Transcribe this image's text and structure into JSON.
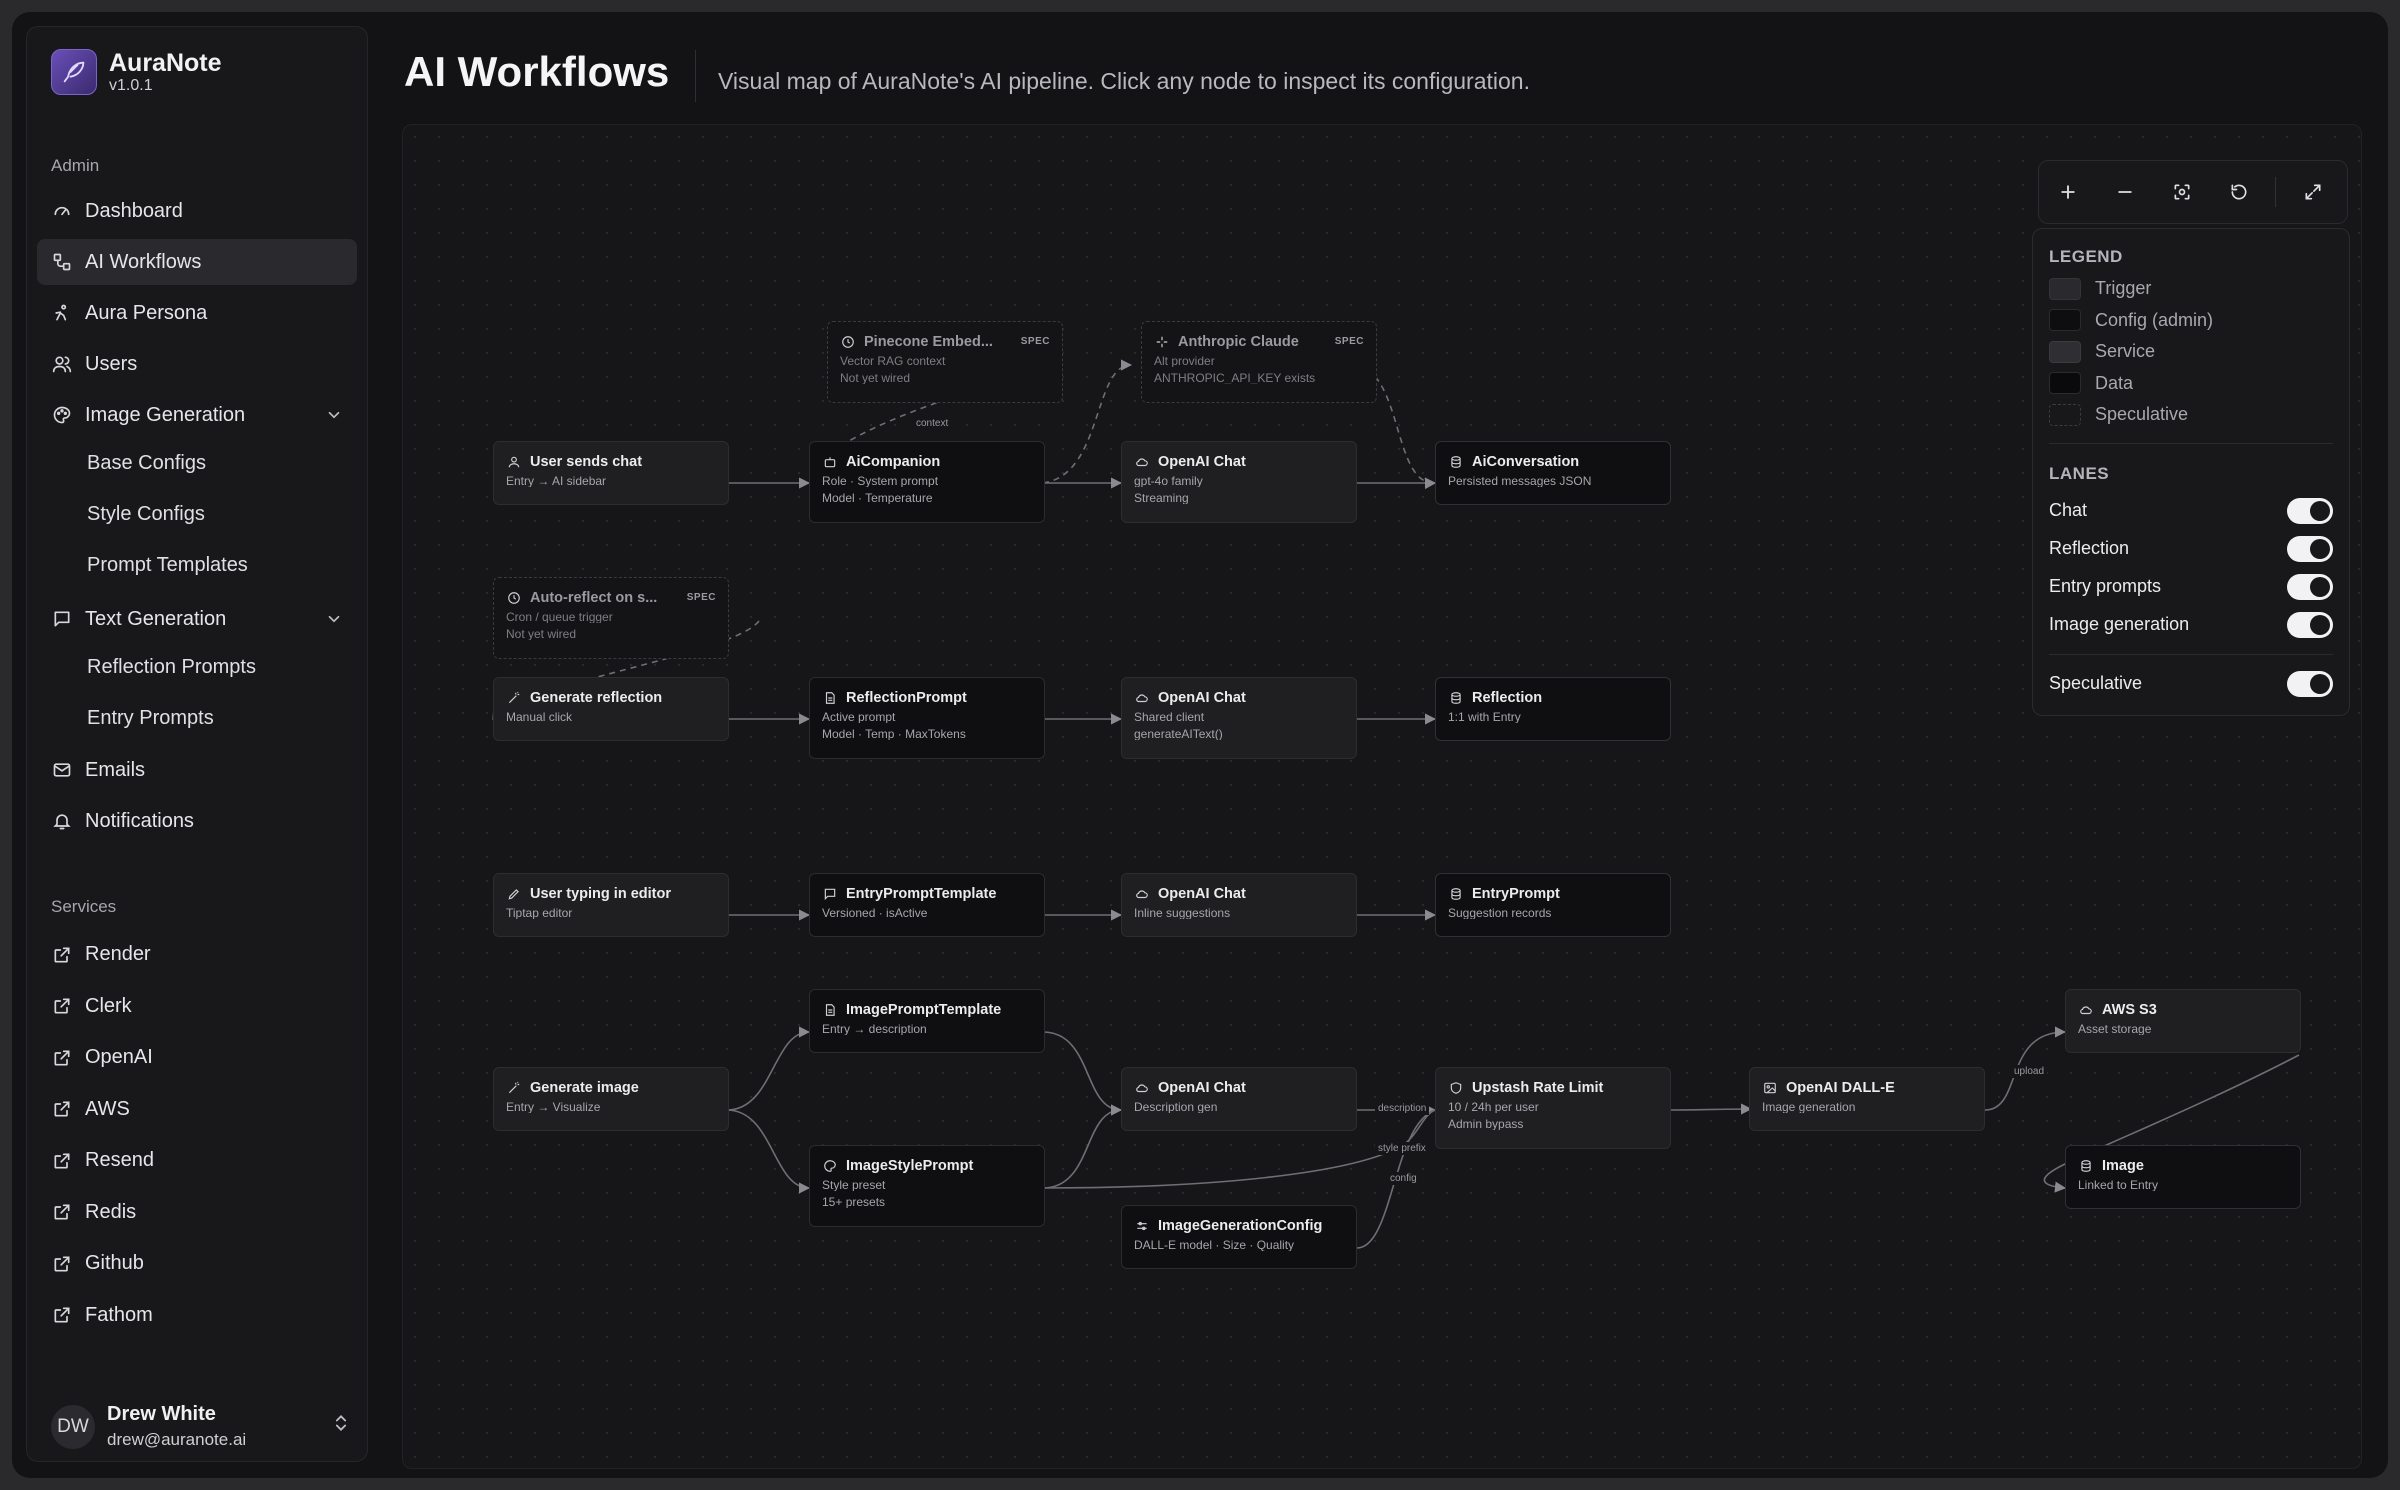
{
  "app": {
    "name": "AuraNote",
    "version": "v1.0.1"
  },
  "sidebar": {
    "admin_label": "Admin",
    "items": [
      {
        "label": "Dashboard"
      },
      {
        "label": "AI Workflows"
      },
      {
        "label": "Aura Persona"
      },
      {
        "label": "Users"
      },
      {
        "label": "Image Generation"
      },
      {
        "label": "Text Generation"
      },
      {
        "label": "Emails"
      },
      {
        "label": "Notifications"
      }
    ],
    "image_sub": [
      "Base Configs",
      "Style Configs",
      "Prompt Templates"
    ],
    "text_sub": [
      "Reflection Prompts",
      "Entry Prompts"
    ],
    "services_label": "Services",
    "services": [
      "Render",
      "Clerk",
      "OpenAI",
      "AWS",
      "Resend",
      "Redis",
      "Github",
      "Fathom"
    ],
    "user": {
      "initials": "DW",
      "name": "Drew White",
      "email": "drew@auranote.ai"
    }
  },
  "header": {
    "title": "AI Workflows",
    "description": "Visual map of AuraNote's AI pipeline. Click any node to inspect its configuration."
  },
  "nodes": {
    "pinecone": {
      "title": "Pinecone Embed...",
      "tag": "SPEC",
      "l1": "Vector RAG context",
      "l2": "Not yet wired"
    },
    "claude": {
      "title": "Anthropic Claude",
      "tag": "SPEC",
      "l1": "Alt provider",
      "l2": "ANTHROPIC_API_KEY exists"
    },
    "user_chat": {
      "title": "User sends chat",
      "l1": "Entry → AI sidebar"
    },
    "ai_companion": {
      "title": "AiCompanion",
      "l1": "Role · System prompt",
      "l2": "Model · Temperature"
    },
    "openai_chat1": {
      "title": "OpenAI Chat",
      "l1": "gpt-4o family",
      "l2": "Streaming"
    },
    "ai_conversation": {
      "title": "AiConversation",
      "l1": "Persisted messages JSON"
    },
    "auto_reflect": {
      "title": "Auto-reflect on s...",
      "tag": "SPEC",
      "l1": "Cron / queue trigger",
      "l2": "Not yet wired"
    },
    "gen_reflection": {
      "title": "Generate reflection",
      "l1": "Manual click"
    },
    "reflection_prompt": {
      "title": "ReflectionPrompt",
      "l1": "Active prompt",
      "l2": "Model · Temp · MaxTokens"
    },
    "openai_chat2": {
      "title": "OpenAI Chat",
      "l1": "Shared client",
      "l2": "generateAIText()"
    },
    "reflection": {
      "title": "Reflection",
      "l1": "1:1 with Entry"
    },
    "user_typing": {
      "title": "User typing in editor",
      "l1": "Tiptap editor"
    },
    "entry_prompt_template": {
      "title": "EntryPromptTemplate",
      "l1": "Versioned · isActive"
    },
    "openai_chat3": {
      "title": "OpenAI Chat",
      "l1": "Inline suggestions"
    },
    "entry_prompt": {
      "title": "EntryPrompt",
      "l1": "Suggestion records"
    },
    "image_prompt_template": {
      "title": "ImagePromptTemplate",
      "l1": "Entry → description"
    },
    "gen_image": {
      "title": "Generate image",
      "l1": "Entry → Visualize"
    },
    "image_style_prompt": {
      "title": "ImageStylePrompt",
      "l1": "Style preset",
      "l2": "15+ presets"
    },
    "openai_chat4": {
      "title": "OpenAI Chat",
      "l1": "Description gen"
    },
    "image_gen_config": {
      "title": "ImageGenerationConfig",
      "l1": "DALL-E model · Size · Quality"
    },
    "upstash": {
      "title": "Upstash Rate Limit",
      "l1": "10 / 24h per user",
      "l2": "Admin bypass"
    },
    "dalle": {
      "title": "OpenAI DALL-E",
      "l1": "Image generation"
    },
    "aws_s3": {
      "title": "AWS S3",
      "l1": "Asset storage"
    },
    "image": {
      "title": "Image",
      "l1": "Linked to Entry"
    }
  },
  "edge_labels": {
    "context": "context",
    "description": "description",
    "style_prefix": "style prefix",
    "config": "config",
    "upload": "upload"
  },
  "legend": {
    "title": "LEGEND",
    "items": [
      {
        "label": "Trigger",
        "color": "#2a2a2e"
      },
      {
        "label": "Config (admin)",
        "color": "#0e0e10"
      },
      {
        "label": "Service",
        "color": "#2f2f33"
      },
      {
        "label": "Data",
        "color": "#0a0a0c"
      },
      {
        "label": "Speculative",
        "color": "#18181b"
      }
    ],
    "lanes_title": "LANES",
    "lanes": [
      "Chat",
      "Reflection",
      "Entry prompts",
      "Image generation"
    ],
    "speculative": "Speculative"
  }
}
